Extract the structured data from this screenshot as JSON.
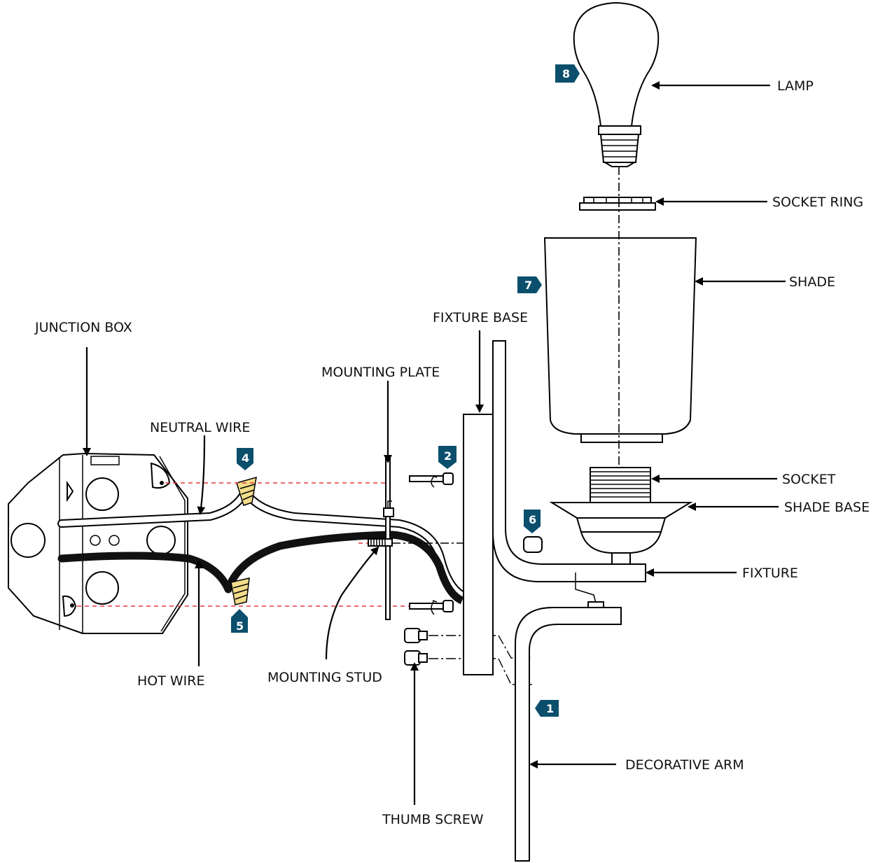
{
  "labels": {
    "lamp": "LAMP",
    "socket_ring": "SOCKET RING",
    "shade": "SHADE",
    "fixture_base": "FIXTURE BASE",
    "junction_box": "JUNCTION BOX",
    "mounting_plate": "MOUNTING PLATE",
    "neutral_wire": "NEUTRAL WIRE",
    "socket": "SOCKET",
    "shade_base": "SHADE BASE",
    "fixture": "FIXTURE",
    "hot_wire": "HOT WIRE",
    "mounting_stud": "MOUNTING STUD",
    "decorative_arm": "DECORATIVE ARM",
    "thumb_screw": "THUMB SCREW"
  },
  "steps": {
    "s1": "1",
    "s2": "2",
    "s4": "4",
    "s5": "5",
    "s6": "6",
    "s7": "7",
    "s8": "8"
  },
  "colors": {
    "step_badge": "#0b4f6c",
    "wire_nut": "#f3dc8a",
    "alignment_line": "#e8383d",
    "hot_wire": "#111111"
  }
}
